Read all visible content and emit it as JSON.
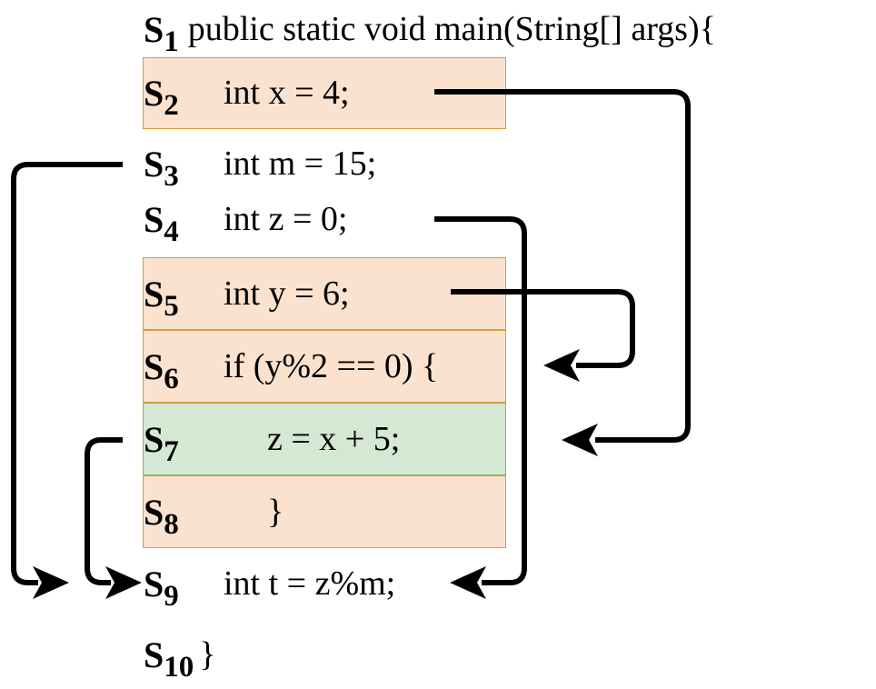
{
  "statements": [
    {
      "id": "s1",
      "label": "S",
      "sub": "1",
      "code": "public static void main(String[] args){",
      "highlight": "none"
    },
    {
      "id": "s2",
      "label": "S",
      "sub": "2",
      "code": "int x = 4;",
      "highlight": "orange"
    },
    {
      "id": "s3",
      "label": "S",
      "sub": "3",
      "code": "int m = 15;",
      "highlight": "none"
    },
    {
      "id": "s4",
      "label": "S",
      "sub": "4",
      "code": "int z = 0;",
      "highlight": "none"
    },
    {
      "id": "s5",
      "label": "S",
      "sub": "5",
      "code": "int y = 6;",
      "highlight": "orange"
    },
    {
      "id": "s6",
      "label": "S",
      "sub": "6",
      "code": "if (y%2 == 0) {",
      "highlight": "orange"
    },
    {
      "id": "s7",
      "label": "S",
      "sub": "7",
      "code": "z = x + 5;",
      "highlight": "green"
    },
    {
      "id": "s8",
      "label": "S",
      "sub": "8",
      "code": "}",
      "highlight": "orange"
    },
    {
      "id": "s9",
      "label": "S",
      "sub": "9",
      "code": "int t = z%m;",
      "highlight": "none"
    },
    {
      "id": "s10",
      "label": "S",
      "sub": "10",
      "code": "}",
      "highlight": "none"
    }
  ],
  "colors": {
    "orange_fill": "#fbe2cf",
    "orange_border": "#d79b3a",
    "green_fill": "#d5e8d4",
    "green_border": "#82b366",
    "arrow": "#000000"
  },
  "dependency_arrows": [
    {
      "from": "s2",
      "to": "s7"
    },
    {
      "from": "s3",
      "to": "s9"
    },
    {
      "from": "s4",
      "to": "s9"
    },
    {
      "from": "s5",
      "to": "s6"
    },
    {
      "from": "s7",
      "to": "s9"
    }
  ]
}
